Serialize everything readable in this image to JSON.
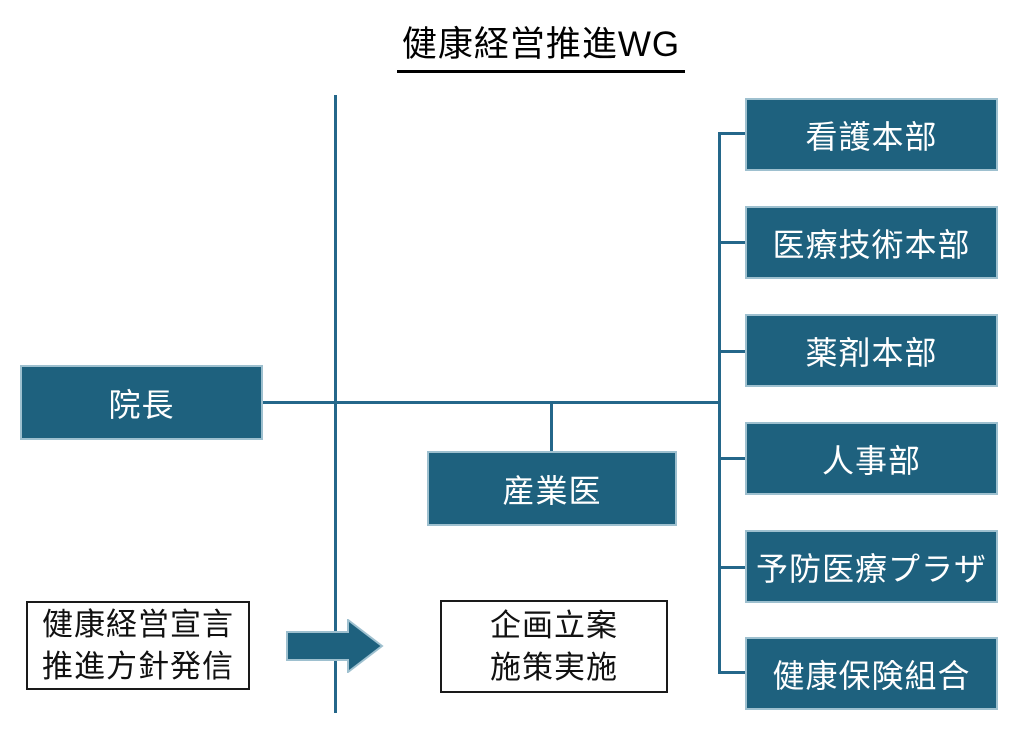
{
  "title": "健康経営推進WG",
  "colors": {
    "box_fill": "#1E617E",
    "box_border": "#9EC0CF",
    "line": "#24678A",
    "box_text": "#FFFFFF",
    "title_text": "#000000",
    "white_box_border": "#1A1A1A"
  },
  "org": {
    "director": "院長",
    "occupational_physician": "産業医",
    "departments": [
      "看護本部",
      "医療技術本部",
      "薬剤本部",
      "人事部",
      "予防医療プラザ",
      "健康保険組合"
    ]
  },
  "flow": {
    "declaration_box_lines": [
      "健康経営宣言",
      "推進方針発信"
    ],
    "execution_box_lines": [
      "企画立案",
      "施策実施"
    ],
    "arrow_icon": "right-block-arrow-icon"
  }
}
